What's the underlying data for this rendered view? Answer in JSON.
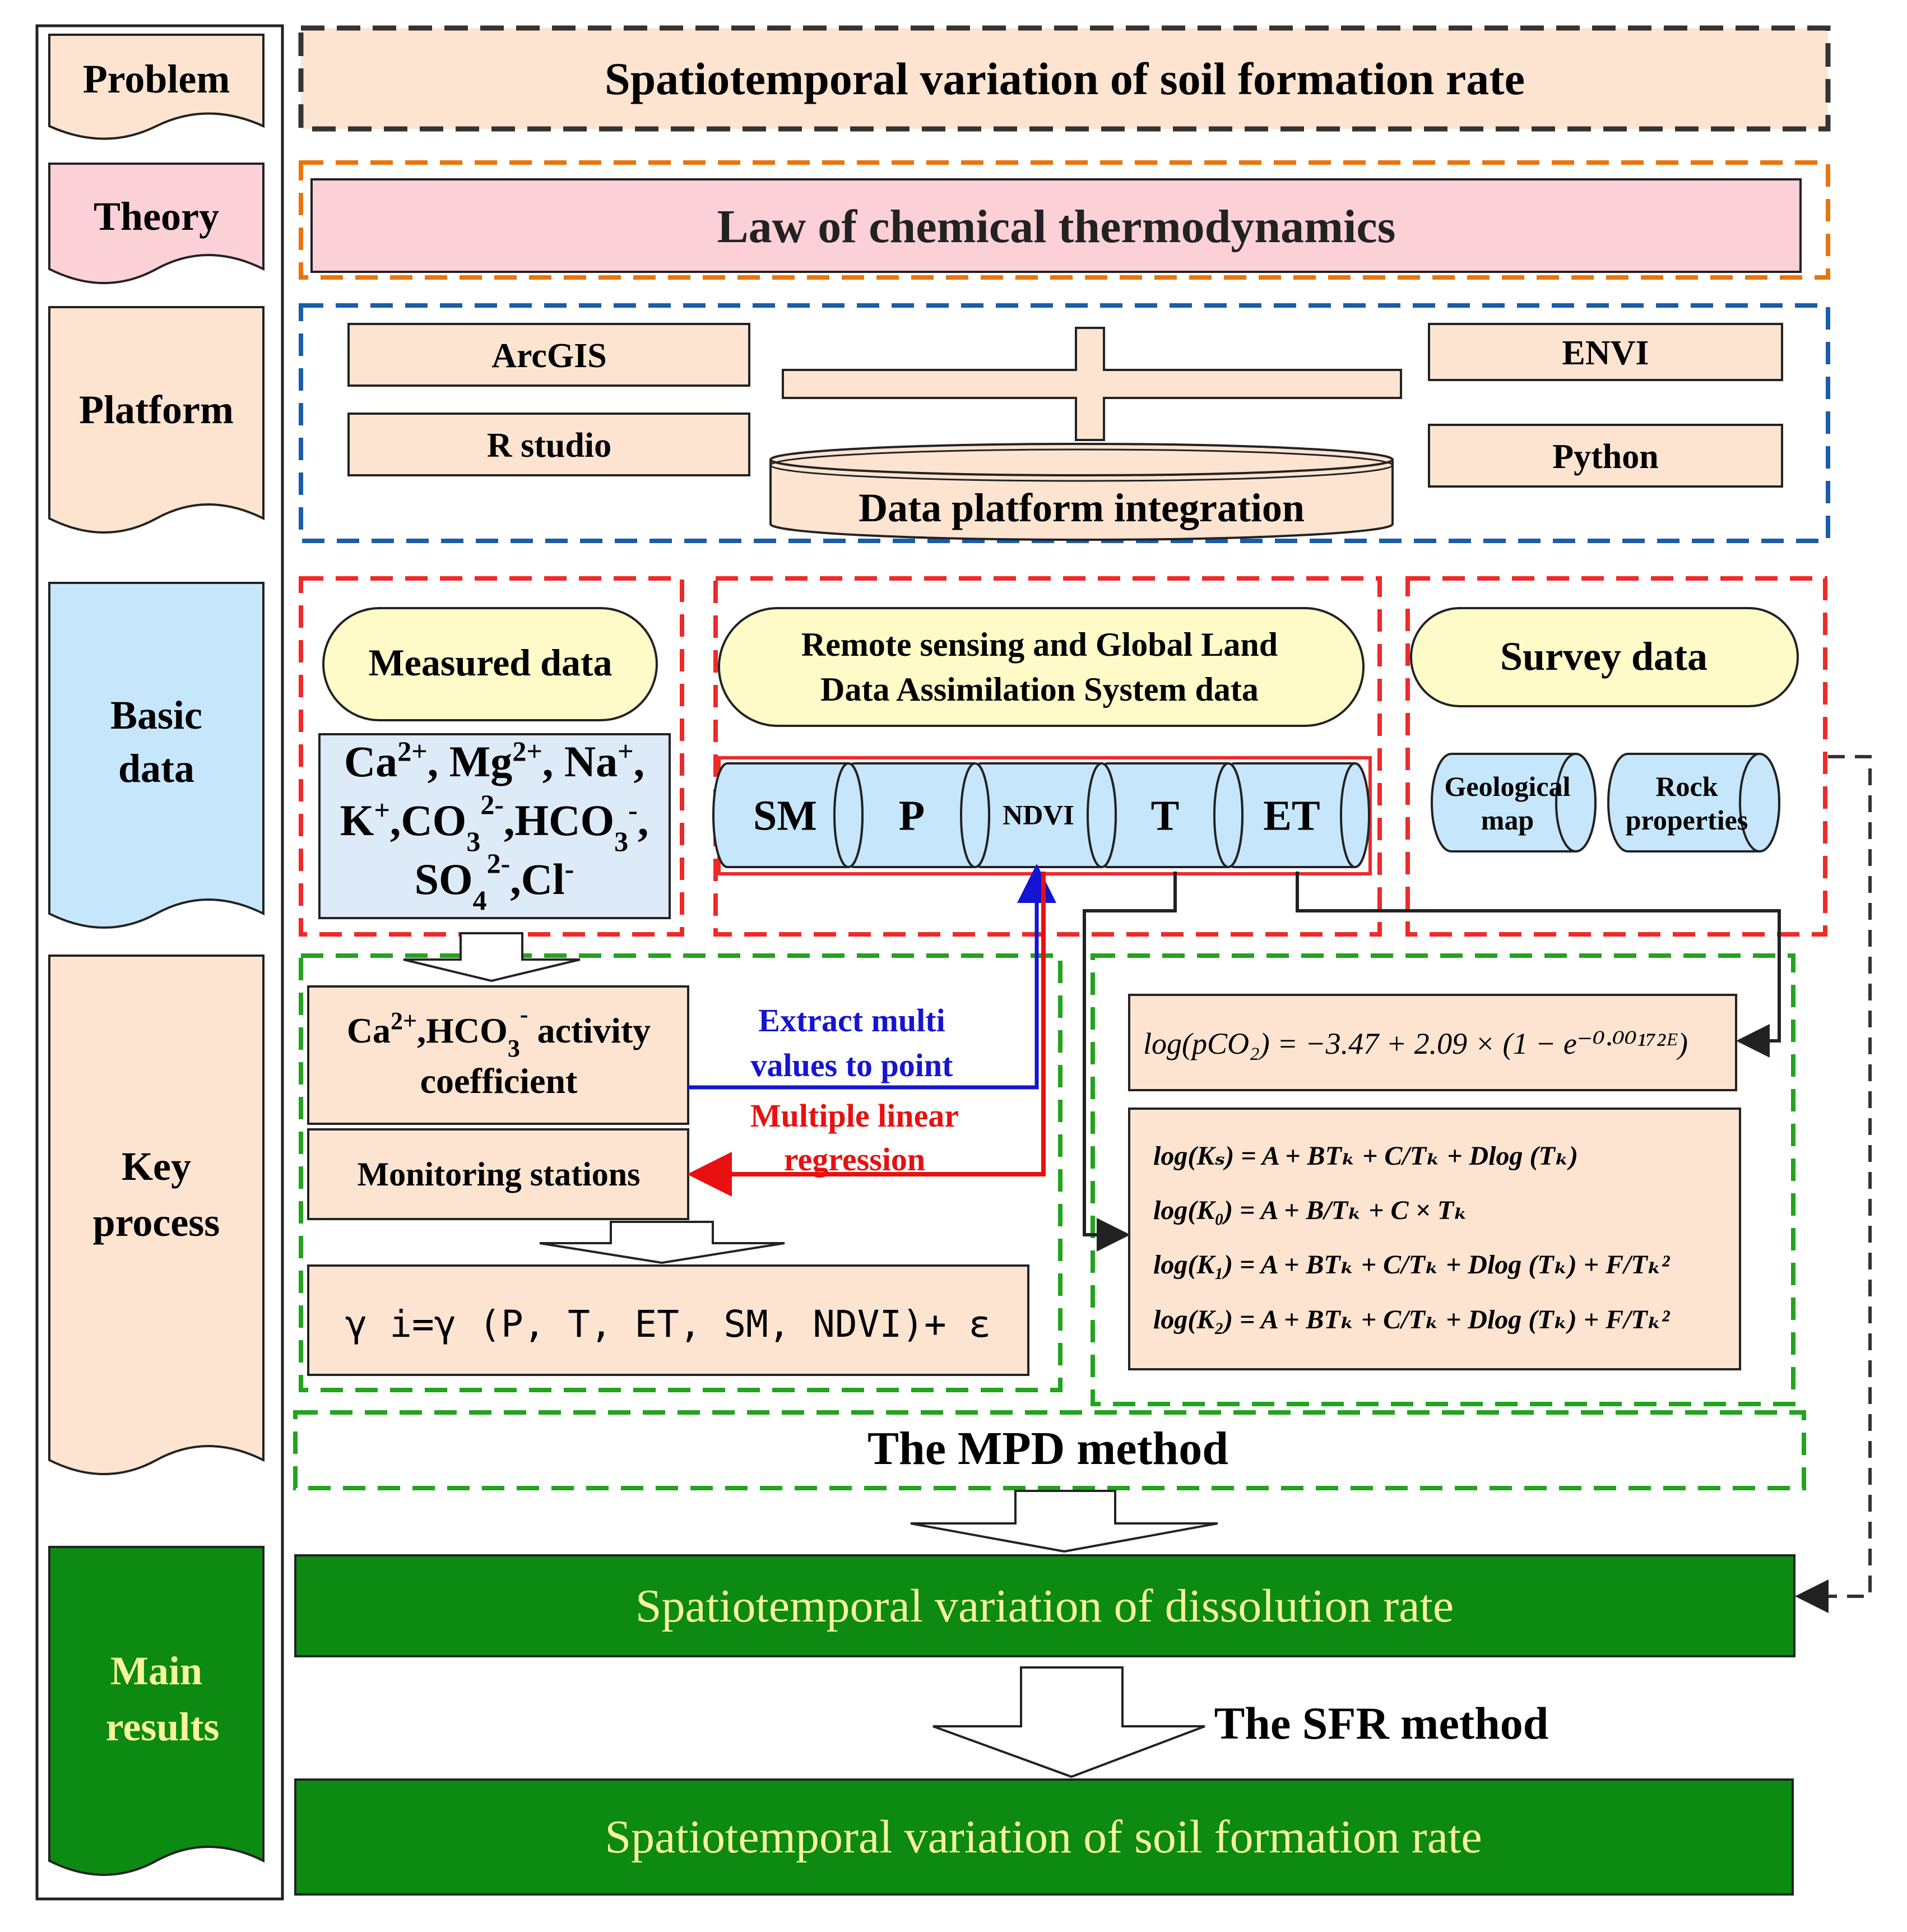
{
  "sidebar": {
    "problem": "Problem",
    "theory": "Theory",
    "platform": "Platform",
    "basic_data_1": "Basic",
    "basic_data_2": "data",
    "key_process_1": "Key",
    "key_process_2": "process",
    "main_results_1": "Main",
    "main_results_2": "results"
  },
  "problem": {
    "title": "Spatiotemporal variation of soil formation rate"
  },
  "theory": {
    "title": "Law of chemical thermodynamics"
  },
  "platform": {
    "arcgis": "ArcGIS",
    "rstudio": "R studio",
    "envi": "ENVI",
    "python": "Python",
    "integration": "Data platform integration"
  },
  "basic_data": {
    "measured": "Measured data",
    "ions_line1": [
      "Ca",
      "2+",
      ", Mg",
      "2+",
      ", Na",
      "+",
      ","
    ],
    "ions_line2": [
      "K",
      "+",
      ",CO",
      "3",
      "2-",
      ",HCO",
      "3",
      "-",
      ","
    ],
    "ions_line3": [
      "SO",
      "4",
      "2-",
      ",Cl",
      "-"
    ],
    "remote_line1": "Remote sensing and Global Land",
    "remote_line2": "Data Assimilation System data",
    "cylinders": [
      "SM",
      "P",
      "NDVI",
      "T",
      "ET"
    ],
    "survey": "Survey data",
    "geological_1": "Geological",
    "geological_2": "map",
    "rock_1": "Rock",
    "rock_2": "properties"
  },
  "key_process": {
    "activity_ca": "Ca",
    "activity_ca_sup": "2+",
    "activity_hco": ",HCO",
    "activity_hco_sub": "3",
    "activity_hco_sup": "-",
    "activity_rest": " activity",
    "activity_line2": "coefficient",
    "monitoring": "Monitoring stations",
    "extract_1": "Extract multi",
    "extract_2": "values to point",
    "mlr_1": "Multiple linear",
    "mlr_2": "regression",
    "gamma_formula": "γ i=γ (P, T, ET, SM, NDVI)+ ε",
    "pco2_formula": "log(pCO₂) = −3.47 + 2.09 × (1 − e⁻⁰·⁰⁰¹⁷²ᴱ)",
    "ks_formula": "log(Kₛ) = A + BTₖ + C/Tₖ + Dlog (Tₖ)",
    "k0_formula": "log(K₀) = A + B/Tₖ + C × Tₖ",
    "k1_formula": "log(K₁) = A + BTₖ + C/Tₖ + Dlog (Tₖ) + F/Tₖ²",
    "k2_formula": "log(K₂) = A + BTₖ + C/Tₖ + Dlog (Tₖ) + F/Tₖ²",
    "mpd_method": "The MPD method"
  },
  "main_results": {
    "dissolution": "Spatiotemporal variation of dissolution rate",
    "sfr_method": "The SFR method",
    "soil_formation": "Spatiotemporal variation of soil formation rate"
  },
  "colors": {
    "peach": "#fce4d0",
    "pink": "#fbd0d6",
    "blue_fill": "#c6e6fb",
    "ion_fill": "#dcebf7",
    "yellow": "#fefbc9",
    "green": "#0c8a12",
    "green_text": "#f6f59a",
    "dash_black": "#333333",
    "dash_orange": "#e8750e",
    "dash_blue": "#1a5da8",
    "dash_red": "#ee2a2a",
    "dash_green": "#23a31e",
    "arrow_blue": "#1414d2",
    "arrow_red": "#e81010"
  }
}
